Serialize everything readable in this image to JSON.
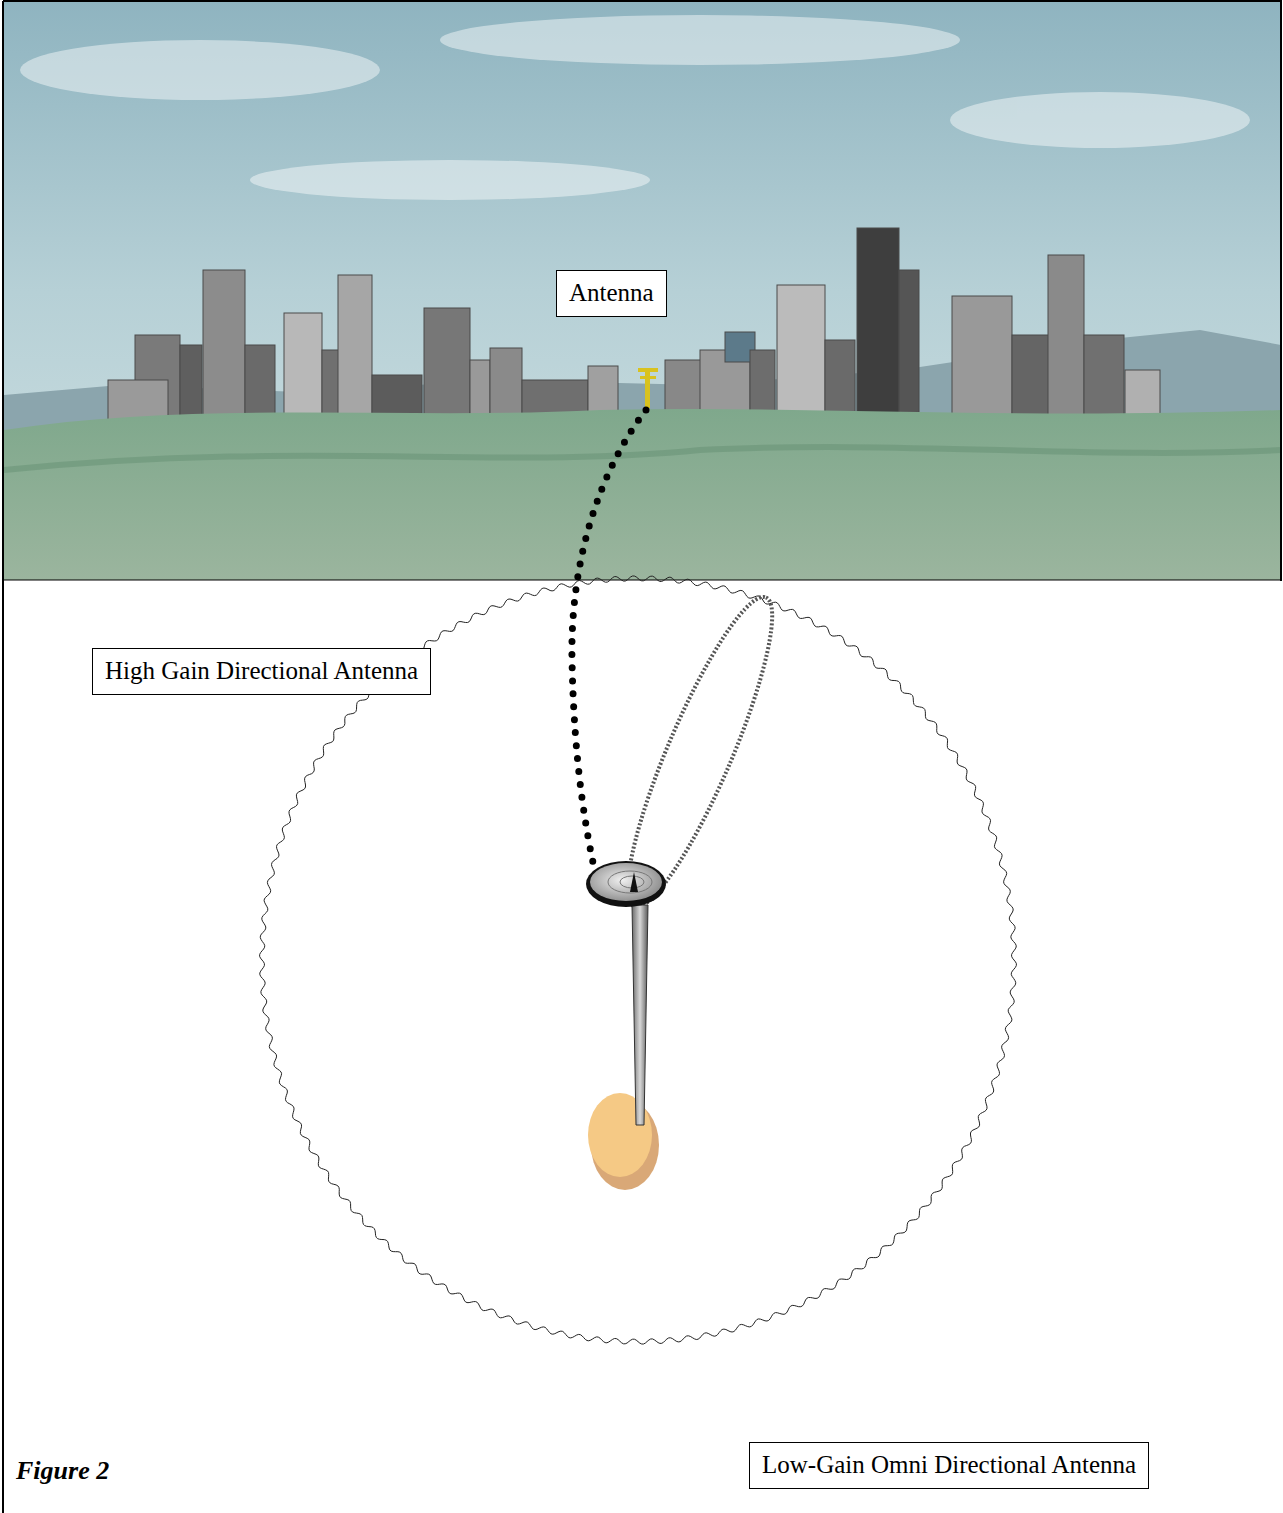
{
  "diagram": {
    "caption": "Figure 2",
    "nodes": [
      {
        "text": [
          "Antenna"
        ]
      },
      {
        "text": [
          "High Gain Directional Antenna"
        ]
      },
      {
        "text": [
          "Low-Gain Omni Directional Antenna"
        ]
      }
    ]
  }
}
